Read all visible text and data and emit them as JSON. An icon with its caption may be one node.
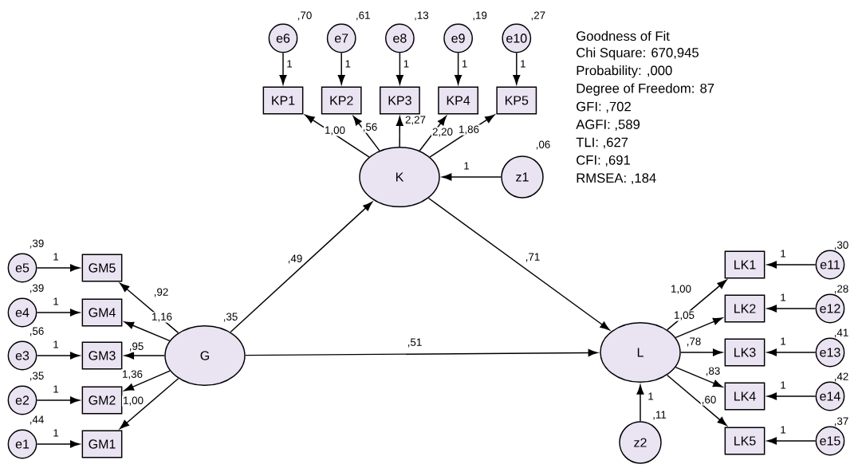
{
  "diagram": {
    "nodes": [
      {
        "text": [
          "e6"
        ],
        "beside": [
          ",70"
        ]
      },
      {
        "text": [
          "e7"
        ],
        "beside": [
          ",61"
        ]
      },
      {
        "text": [
          "e8"
        ],
        "beside": [
          ",13"
        ]
      },
      {
        "text": [
          "e9"
        ],
        "beside": [
          ",19"
        ]
      },
      {
        "text": [
          "e10"
        ],
        "beside": [
          ",27"
        ]
      },
      {
        "text": [
          "KP1"
        ]
      },
      {
        "text": [
          "KP2"
        ]
      },
      {
        "text": [
          "KP3"
        ]
      },
      {
        "text": [
          "KP4"
        ]
      },
      {
        "text": [
          "KP5"
        ]
      },
      {
        "text": [
          "K"
        ]
      },
      {
        "text": [
          "z1"
        ],
        "beside": [
          ",06"
        ]
      },
      {
        "text": [
          "G"
        ],
        "beside": [
          ",35"
        ]
      },
      {
        "text": [
          "L"
        ]
      },
      {
        "text": [
          "GM5"
        ]
      },
      {
        "text": [
          "GM4"
        ]
      },
      {
        "text": [
          "GM3"
        ]
      },
      {
        "text": [
          "GM2"
        ]
      },
      {
        "text": [
          "GM1"
        ]
      },
      {
        "text": [
          "e5"
        ],
        "beside": [
          ",39"
        ]
      },
      {
        "text": [
          "e4"
        ],
        "beside": [
          ",39"
        ]
      },
      {
        "text": [
          "e3"
        ],
        "beside": [
          ",56"
        ]
      },
      {
        "text": [
          "e2"
        ],
        "beside": [
          ",35"
        ]
      },
      {
        "text": [
          "e1"
        ],
        "beside": [
          ",44"
        ]
      },
      {
        "text": [
          "LK1"
        ]
      },
      {
        "text": [
          "LK2"
        ]
      },
      {
        "text": [
          "LK3"
        ]
      },
      {
        "text": [
          "LK4"
        ]
      },
      {
        "text": [
          "LK5"
        ]
      },
      {
        "text": [
          "e11"
        ],
        "beside": [
          ",30"
        ]
      },
      {
        "text": [
          "e12"
        ],
        "beside": [
          ",28"
        ]
      },
      {
        "text": [
          "e13"
        ],
        "beside": [
          ",41"
        ]
      },
      {
        "text": [
          "e14"
        ],
        "beside": [
          ",42"
        ]
      },
      {
        "text": [
          "e15"
        ],
        "beside": [
          ",37"
        ]
      },
      {
        "text": [
          "z2"
        ],
        "beside": [
          ",11"
        ]
      }
    ],
    "edges": [
      {
        "from": 0,
        "to": 5,
        "arrow": "to",
        "label": "1"
      },
      {
        "from": 1,
        "to": 6,
        "arrow": "to",
        "label": "1"
      },
      {
        "from": 2,
        "to": 7,
        "arrow": "to",
        "label": "1"
      },
      {
        "from": 3,
        "to": 8,
        "arrow": "to",
        "label": "1"
      },
      {
        "from": 4,
        "to": 9,
        "arrow": "to",
        "label": "1"
      },
      {
        "from": 10,
        "to": 5,
        "arrow": "to",
        "label": "1,00"
      },
      {
        "from": 10,
        "to": 6,
        "arrow": "to",
        "label": ",56"
      },
      {
        "from": 10,
        "to": 7,
        "arrow": "to",
        "label": "2,27"
      },
      {
        "from": 10,
        "to": 8,
        "arrow": "to",
        "label": "2,20"
      },
      {
        "from": 10,
        "to": 9,
        "arrow": "to",
        "label": "1,86"
      },
      {
        "from": 11,
        "to": 10,
        "arrow": "to",
        "label": "1"
      },
      {
        "from": 12,
        "to": 10,
        "arrow": "to",
        "label": ",49"
      },
      {
        "from": 10,
        "to": 13,
        "arrow": "to",
        "label": ",71"
      },
      {
        "from": 12,
        "to": 13,
        "arrow": "to",
        "label": ",51"
      },
      {
        "from": 12,
        "to": 14,
        "arrow": "to",
        "label": ",92"
      },
      {
        "from": 12,
        "to": 15,
        "arrow": "to",
        "label": "1,16"
      },
      {
        "from": 12,
        "to": 16,
        "arrow": "to",
        "label": ",95"
      },
      {
        "from": 12,
        "to": 17,
        "arrow": "to",
        "label": "1,36"
      },
      {
        "from": 12,
        "to": 18,
        "arrow": "to",
        "label": "1,00"
      },
      {
        "from": 19,
        "to": 14,
        "arrow": "to",
        "label": "1"
      },
      {
        "from": 20,
        "to": 15,
        "arrow": "to",
        "label": "1"
      },
      {
        "from": 21,
        "to": 16,
        "arrow": "to",
        "label": "1"
      },
      {
        "from": 22,
        "to": 17,
        "arrow": "to",
        "label": "1"
      },
      {
        "from": 23,
        "to": 18,
        "arrow": "to",
        "label": "1"
      },
      {
        "from": 13,
        "to": 24,
        "arrow": "to",
        "label": "1,00"
      },
      {
        "from": 13,
        "to": 25,
        "arrow": "to",
        "label": "1,05"
      },
      {
        "from": 13,
        "to": 26,
        "arrow": "to",
        "label": ",78"
      },
      {
        "from": 13,
        "to": 27,
        "arrow": "to",
        "label": ",83"
      },
      {
        "from": 13,
        "to": 28,
        "arrow": "to",
        "label": ",60"
      },
      {
        "from": 29,
        "to": 24,
        "arrow": "to",
        "label": "1"
      },
      {
        "from": 30,
        "to": 25,
        "arrow": "to",
        "label": "1"
      },
      {
        "from": 31,
        "to": 26,
        "arrow": "to",
        "label": "1"
      },
      {
        "from": 32,
        "to": 27,
        "arrow": "to",
        "label": "1"
      },
      {
        "from": 33,
        "to": 28,
        "arrow": "to",
        "label": "1"
      },
      {
        "from": 34,
        "to": 13,
        "arrow": "to",
        "label": "1"
      }
    ],
    "labels": [
      "Goodness of Fit",
      "Chi Square: 670,945",
      "Probability: ,000",
      "Degree of Freedom: 87",
      "GFI: ,702",
      "AGFI: ,589",
      "TLI: ,627",
      "CFI: ,691",
      "RMSEA: ,184"
    ]
  }
}
